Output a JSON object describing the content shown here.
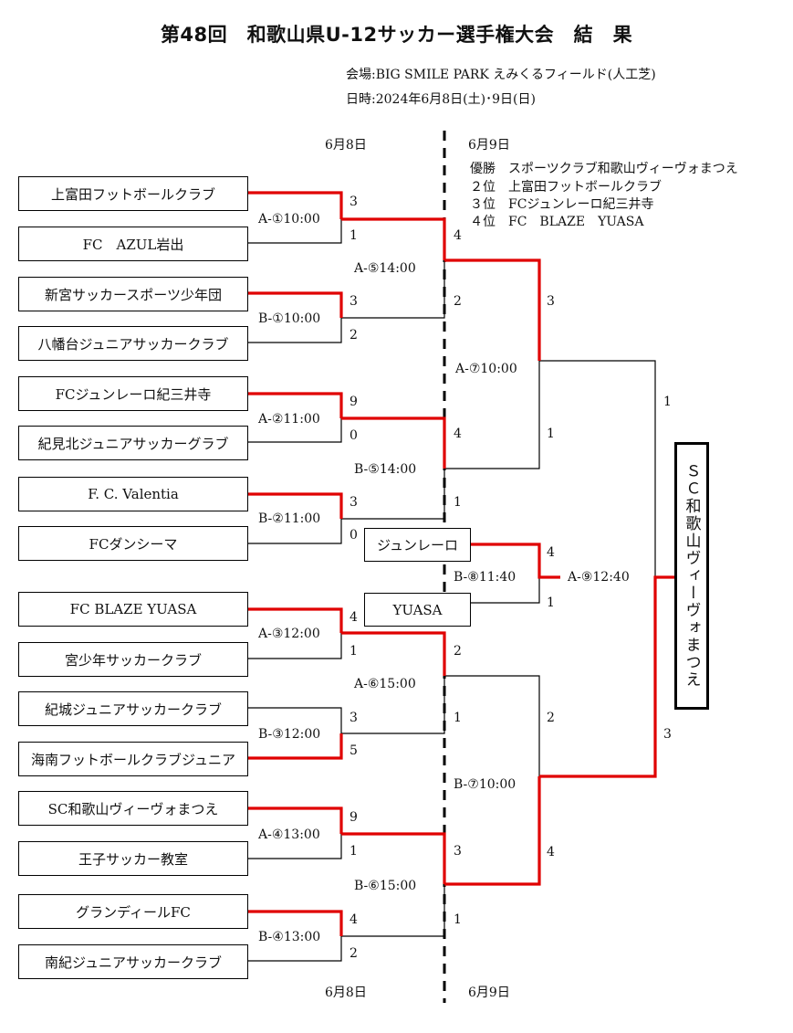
{
  "title": "第48回　和歌山県U-12サッカー選手権大会　結　果",
  "venue": "会場:BIG SMILE PARK えみくるフィールド(人工芝)",
  "dates": "日時:2024年6月8日(土)･9日(日)",
  "day1": "6月8日",
  "day2": "6月9日",
  "standings": [
    "優勝　スポーツクラブ和歌山ヴィーヴォまつえ",
    "２位　上富田フットボールクラブ",
    "３位　FCジュンレーロ紀三井寺",
    "４位　FC　BLAZE　YUASA"
  ],
  "teams": [
    "上富田フットボールクラブ",
    "FC　AZUL岩出",
    "新宮サッカースポーツ少年団",
    "八幡台ジュニアサッカークラブ",
    "FCジュンレーロ紀三井寺",
    "紀見北ジュニアサッカーグラブ",
    "F. C. Valentia",
    "FCダンシーマ",
    "FC BLAZE YUASA",
    "宮少年サッカークラブ",
    "紀城ジュニアサッカークラブ",
    "海南フットボールクラブジュニア",
    "SC和歌山ヴィーヴォまつえ",
    "王子サッカー教室",
    "グランディールFC",
    "南紀ジュニアサッカークラブ"
  ],
  "third_place": [
    "ジュンレーロ",
    "YUASA"
  ],
  "matches": {
    "a1": "A-①10:00",
    "b1": "B-①10:00",
    "a2": "A-②11:00",
    "b2": "B-②11:00",
    "a3": "A-③12:00",
    "b3": "B-③12:00",
    "a4": "A-④13:00",
    "b4": "B-④13:00",
    "a5": "A-⑤14:00",
    "b5": "B-⑤14:00",
    "a6": "A-⑥15:00",
    "b6": "B-⑥15:00",
    "a7": "A-⑦10:00",
    "b7": "B-⑦10:00",
    "b8": "B-⑧11:40",
    "a9": "A-⑨12:40"
  },
  "scores": {
    "r1": [
      "3",
      "1",
      "3",
      "2",
      "9",
      "0",
      "3",
      "0",
      "4",
      "1",
      "3",
      "5",
      "9",
      "1",
      "4",
      "2"
    ],
    "r2": [
      "4",
      "2",
      "4",
      "1",
      "2",
      "1",
      "3",
      "1"
    ],
    "r3": [
      "3",
      "1",
      "2",
      "4"
    ],
    "third": [
      "4",
      "1"
    ],
    "final": [
      "1",
      "3"
    ]
  },
  "champion": "ＳＣ和歌山ヴィーヴォまつえ",
  "colors": {
    "winner_line": "#e00000",
    "line": "#000000"
  }
}
